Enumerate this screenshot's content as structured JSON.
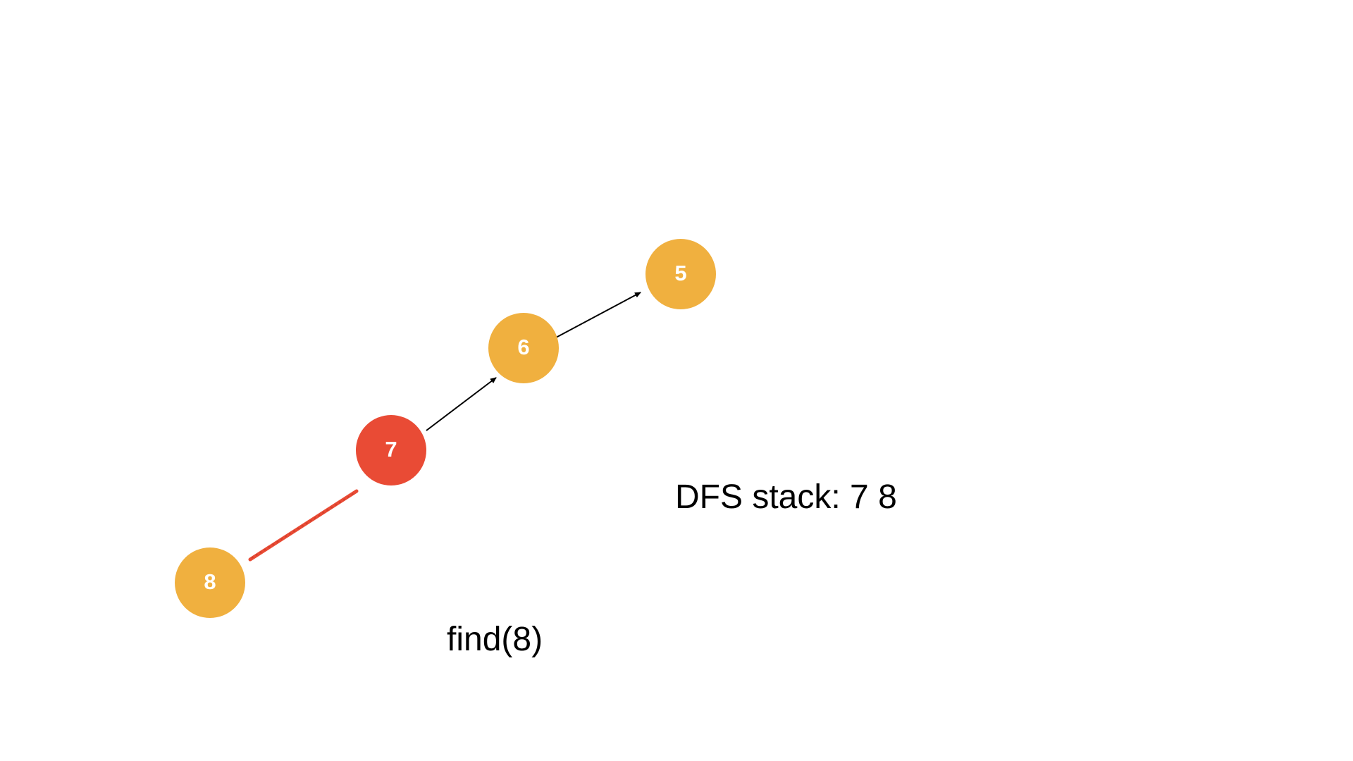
{
  "nodes": [
    {
      "id": "n5",
      "label": "5",
      "color": "#F0B03F"
    },
    {
      "id": "n6",
      "label": "6",
      "color": "#F0B03F"
    },
    {
      "id": "n7",
      "label": "7",
      "color": "#E94B35"
    },
    {
      "id": "n8",
      "label": "8",
      "color": "#F0B03F"
    }
  ],
  "edges": [
    {
      "from": "7",
      "to": "6",
      "style": "arrow",
      "color": "#000000"
    },
    {
      "from": "6",
      "to": "5",
      "style": "arrow",
      "color": "#000000"
    },
    {
      "from": "8",
      "to": "7",
      "style": "sketch-line",
      "color": "#E94B35"
    }
  ],
  "stack_text": "DFS stack: 7 8",
  "call_text": "find(8)"
}
